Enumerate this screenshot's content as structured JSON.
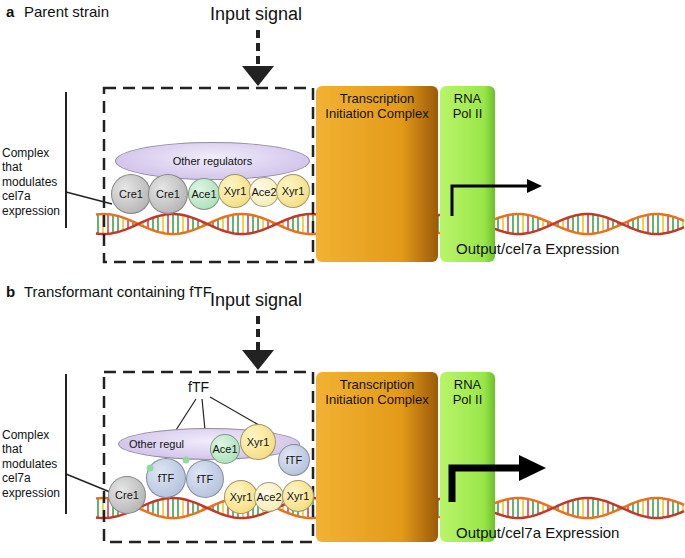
{
  "diagram": {
    "nodes": [
      {
        "text": [
          "Other regulators"
        ]
      },
      {
        "text": [
          "Cre1"
        ]
      },
      {
        "text": [
          "Cre1"
        ]
      },
      {
        "text": [
          "Ace1"
        ]
      },
      {
        "text": [
          "Xyr1"
        ]
      },
      {
        "text": [
          "Ace2"
        ]
      },
      {
        "text": [
          "Xyr1"
        ]
      },
      {
        "text": [
          "Transcription Initiation Complex"
        ]
      },
      {
        "text": [
          "RNA Pol II"
        ]
      },
      {
        "text": [
          "Other regul"
        ]
      },
      {
        "text": [
          "Cre1"
        ]
      },
      {
        "text": [
          "fTF"
        ]
      },
      {
        "text": [
          "fTF"
        ]
      },
      {
        "text": [
          "Ace1"
        ]
      },
      {
        "text": [
          "Xyr1"
        ]
      },
      {
        "text": [
          "Xyr1"
        ]
      },
      {
        "text": [
          "Ace2"
        ]
      },
      {
        "text": [
          "Xyr1"
        ]
      },
      {
        "text": [
          "fTF"
        ]
      },
      {
        "text": [
          "Transcription Initiation Complex"
        ]
      },
      {
        "text": [
          "RNA Pol II"
        ]
      }
    ],
    "edges": [],
    "labels": [
      "a",
      "Parent strain",
      "Input signal",
      "Complex that modulates cel7a expression",
      "Output/cel7a Expression",
      "b",
      "Transformant containing fTF",
      "Input signal",
      "Complex that modulates cel7a expression",
      "fTF",
      "Output/cel7a Expression"
    ]
  }
}
